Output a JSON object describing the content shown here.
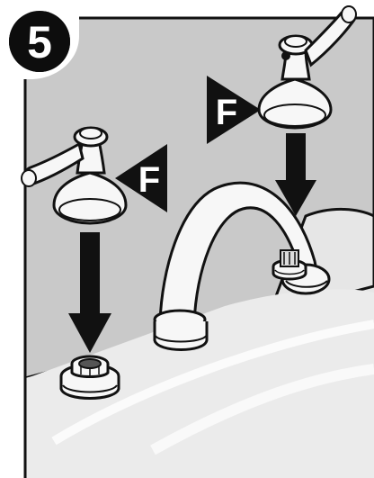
{
  "step": {
    "number": "5"
  },
  "callouts": {
    "left_label": "F",
    "right_label": "F"
  },
  "colors": {
    "panel": "#c9c9c9",
    "tub": "#e8e8e8",
    "ink": "#111111",
    "fixture": "#f7f7f7",
    "badge": "#0d0d0d",
    "badge_text": "#ffffff"
  },
  "icons": {
    "left_arrow": "arrow-down-icon",
    "right_arrow": "arrow-down-icon",
    "left_pointer": "triangle-pointer-icon",
    "right_pointer": "triangle-pointer-icon"
  }
}
